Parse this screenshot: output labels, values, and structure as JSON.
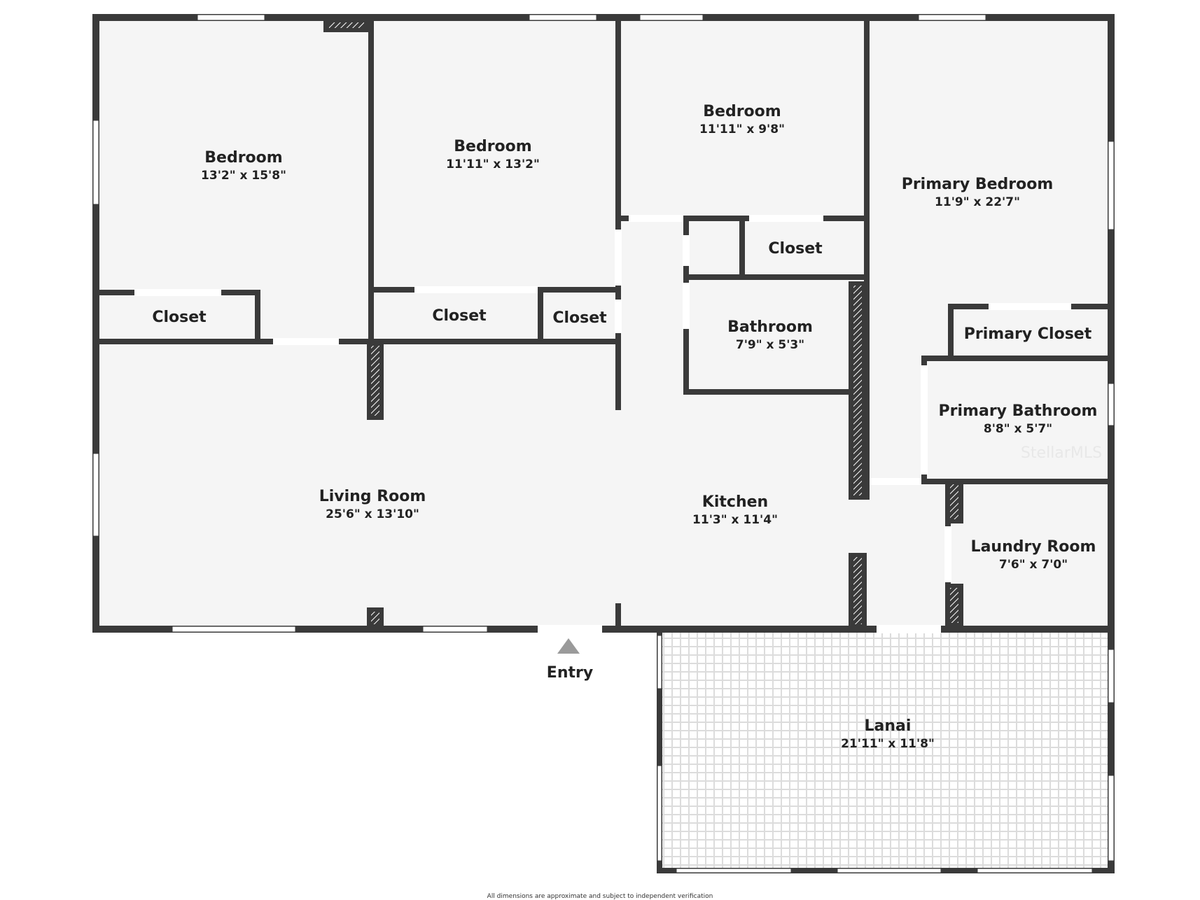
{
  "colors": {
    "wall": "#3a3a3a",
    "floor": "#f5f5f5",
    "window": "#ffffff",
    "lanai_grid": "#dcdcdc",
    "entry_marker": "#9a9a9a"
  },
  "rooms": {
    "bedroom_1": {
      "name": "Bedroom",
      "dims": "13'2\" x 15'8\""
    },
    "bedroom_2": {
      "name": "Bedroom",
      "dims": "11'11\" x 13'2\""
    },
    "bedroom_3": {
      "name": "Bedroom",
      "dims": "11'11\" x 9'8\""
    },
    "primary_bedroom": {
      "name": "Primary Bedroom",
      "dims": "11'9\" x 22'7\""
    },
    "closet_1": {
      "name": "Closet"
    },
    "closet_2": {
      "name": "Closet"
    },
    "closet_3": {
      "name": "Closet"
    },
    "closet_4": {
      "name": "Closet"
    },
    "bathroom": {
      "name": "Bathroom",
      "dims": "7'9\" x 5'3\""
    },
    "primary_closet": {
      "name": "Primary Closet"
    },
    "primary_bathroom": {
      "name": "Primary Bathroom",
      "dims": "8'8\" x 5'7\""
    },
    "living_room": {
      "name": "Living Room",
      "dims": "25'6\" x 13'10\""
    },
    "kitchen": {
      "name": "Kitchen",
      "dims": "11'3\" x 11'4\""
    },
    "laundry_room": {
      "name": "Laundry Room",
      "dims": "7'6\" x 7'0\""
    },
    "lanai": {
      "name": "Lanai",
      "dims": "21'11\" x 11'8\""
    }
  },
  "entry": {
    "label": "Entry"
  },
  "watermark": "StellarMLS",
  "footer": "All dimensions are approximate and subject to independent verification"
}
